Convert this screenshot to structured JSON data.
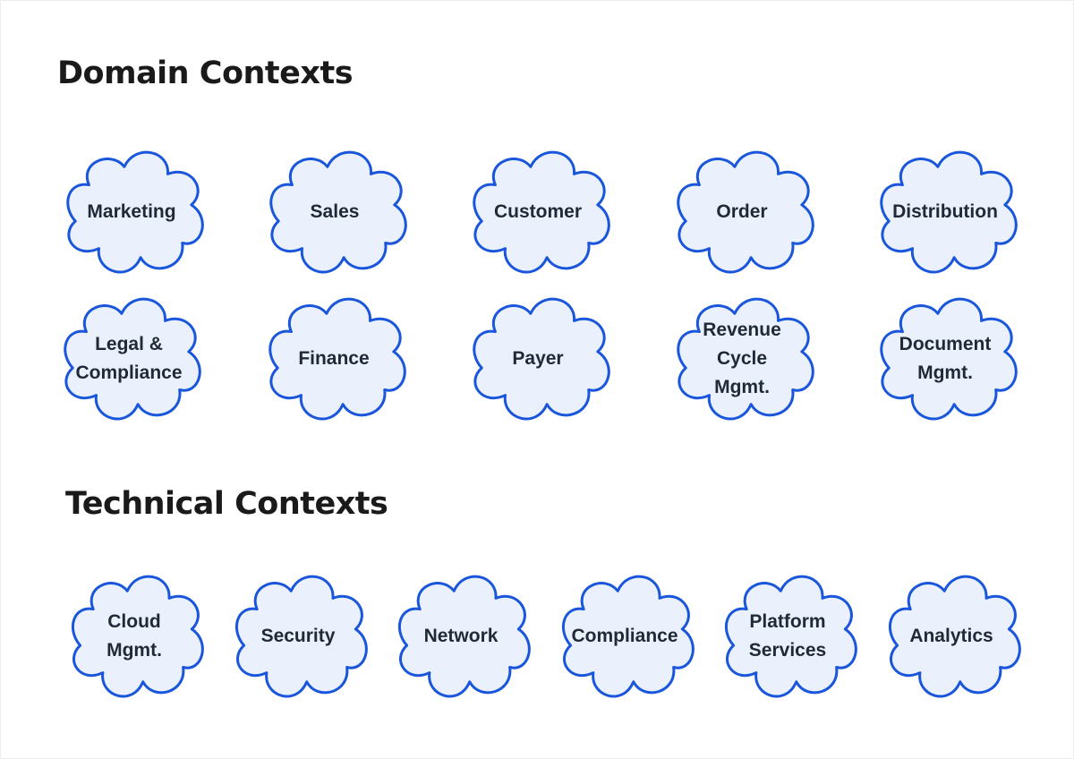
{
  "colors": {
    "background": "#ffffff",
    "cloud_fill": "#eaf1fd",
    "cloud_stroke": "#1a56db",
    "title_text": "#1a1a1a",
    "label_text": "#1f2937"
  },
  "sections": [
    {
      "title": "Domain Contexts",
      "items": [
        {
          "id": "marketing",
          "label": "Marketing"
        },
        {
          "id": "sales",
          "label": "Sales"
        },
        {
          "id": "customer",
          "label": "Customer"
        },
        {
          "id": "order",
          "label": "Order"
        },
        {
          "id": "distribution",
          "label": "Distribution"
        },
        {
          "id": "legal-compliance",
          "label": "Legal &\nCompliance"
        },
        {
          "id": "finance",
          "label": "Finance"
        },
        {
          "id": "payer",
          "label": "Payer"
        },
        {
          "id": "revenue-cycle",
          "label": "Revenue\nCycle\nMgmt."
        },
        {
          "id": "document-mgmt",
          "label": "Document\nMgmt."
        }
      ]
    },
    {
      "title": "Technical Contexts",
      "items": [
        {
          "id": "cloud-mgmt",
          "label": "Cloud\nMgmt."
        },
        {
          "id": "security",
          "label": "Security"
        },
        {
          "id": "network",
          "label": "Network"
        },
        {
          "id": "compliance",
          "label": "Compliance"
        },
        {
          "id": "platform-services",
          "label": "Platform\nServices"
        },
        {
          "id": "analytics",
          "label": "Analytics"
        }
      ]
    }
  ]
}
